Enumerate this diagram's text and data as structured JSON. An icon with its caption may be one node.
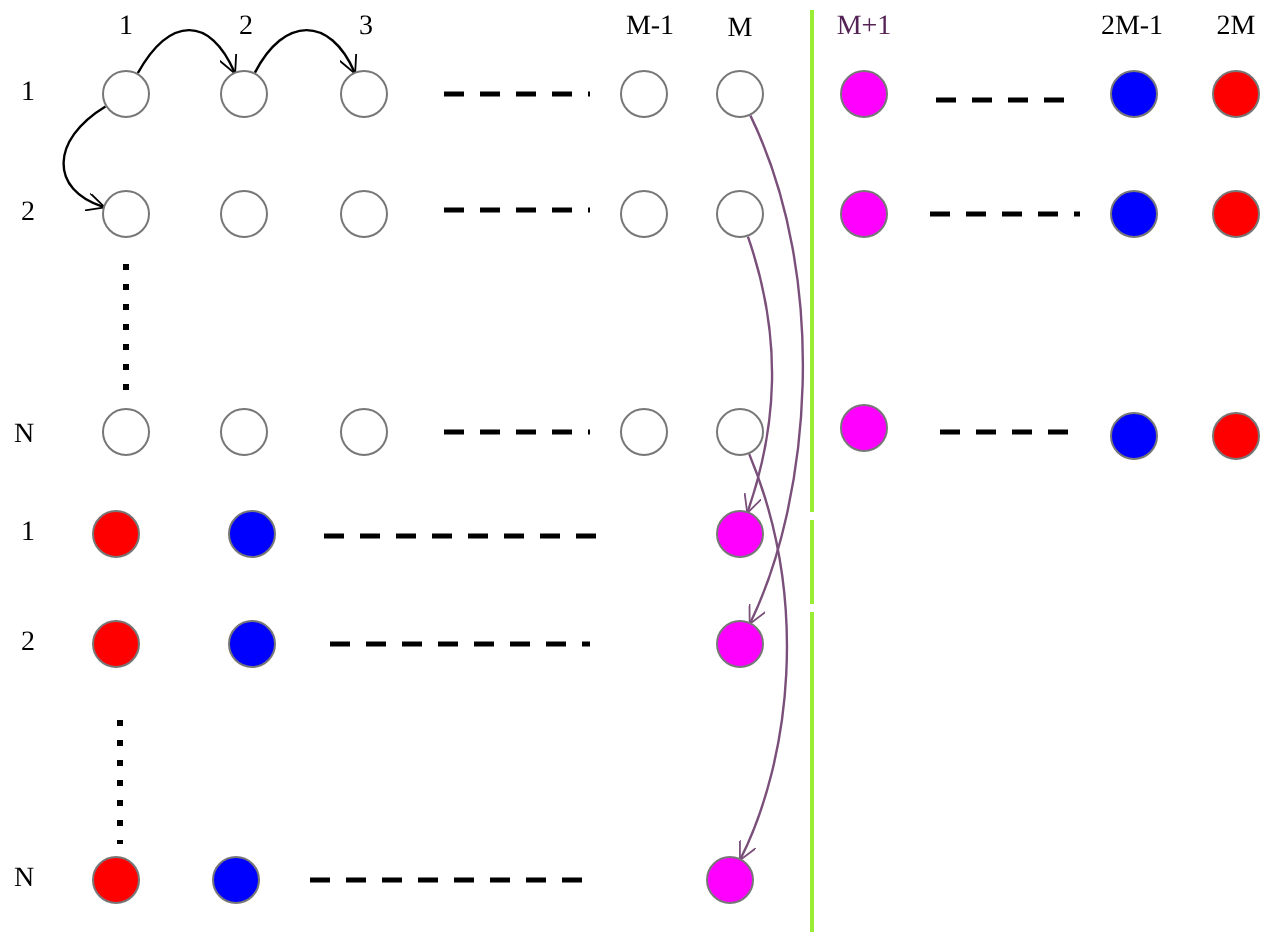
{
  "diagram": {
    "nodes": [
      {
        "text": [],
        "shape": "circle"
      },
      {
        "text": [],
        "shape": "circle"
      },
      {
        "text": [],
        "shape": "circle"
      },
      {
        "text": [],
        "shape": "circle"
      },
      {
        "text": [],
        "shape": "circle"
      },
      {
        "text": [],
        "shape": "circle"
      },
      {
        "text": [],
        "shape": "circle"
      },
      {
        "text": [],
        "shape": "circle"
      },
      {
        "text": [],
        "shape": "circle"
      },
      {
        "text": [],
        "shape": "circle"
      },
      {
        "text": [],
        "shape": "circle"
      },
      {
        "text": [],
        "shape": "circle"
      },
      {
        "text": [],
        "shape": "circle"
      },
      {
        "text": [],
        "shape": "circle"
      },
      {
        "text": [],
        "shape": "circle"
      },
      {
        "text": [],
        "shape": "circle"
      },
      {
        "text": [],
        "shape": "circle"
      },
      {
        "text": [],
        "shape": "circle"
      },
      {
        "text": [],
        "shape": "circle"
      },
      {
        "text": [],
        "shape": "circle"
      },
      {
        "text": [],
        "shape": "circle"
      },
      {
        "text": [],
        "shape": "circle"
      },
      {
        "text": [],
        "shape": "circle"
      },
      {
        "text": [],
        "shape": "circle"
      },
      {
        "text": [],
        "shape": "circle"
      },
      {
        "text": [],
        "shape": "circle"
      },
      {
        "text": [],
        "shape": "circle"
      },
      {
        "text": [],
        "shape": "circle"
      },
      {
        "text": [],
        "shape": "circle"
      },
      {
        "text": [],
        "shape": "circle"
      },
      {
        "text": [],
        "shape": "circle"
      },
      {
        "text": [],
        "shape": "circle"
      },
      {
        "text": [],
        "shape": "circle"
      }
    ],
    "edges": [
      {
        "from": 0,
        "to": 1,
        "arrow": "to"
      },
      {
        "from": 1,
        "to": 2,
        "arrow": "to"
      },
      {
        "from": 0,
        "to": 8,
        "arrow": "to"
      },
      {
        "from": 4,
        "to": 29,
        "arrow": "to",
        "color": "#7a4f7a"
      },
      {
        "from": 12,
        "to": 26,
        "arrow": "to",
        "color": "#7a4f7a"
      },
      {
        "from": 20,
        "to": 32,
        "arrow": "to",
        "color": "#7a4f7a"
      }
    ],
    "labels": [
      "1",
      "2",
      "3",
      "M-1",
      "M",
      "M+1",
      "2M-1",
      "2M",
      "1",
      "2",
      "N",
      "1",
      "2",
      "N"
    ]
  }
}
